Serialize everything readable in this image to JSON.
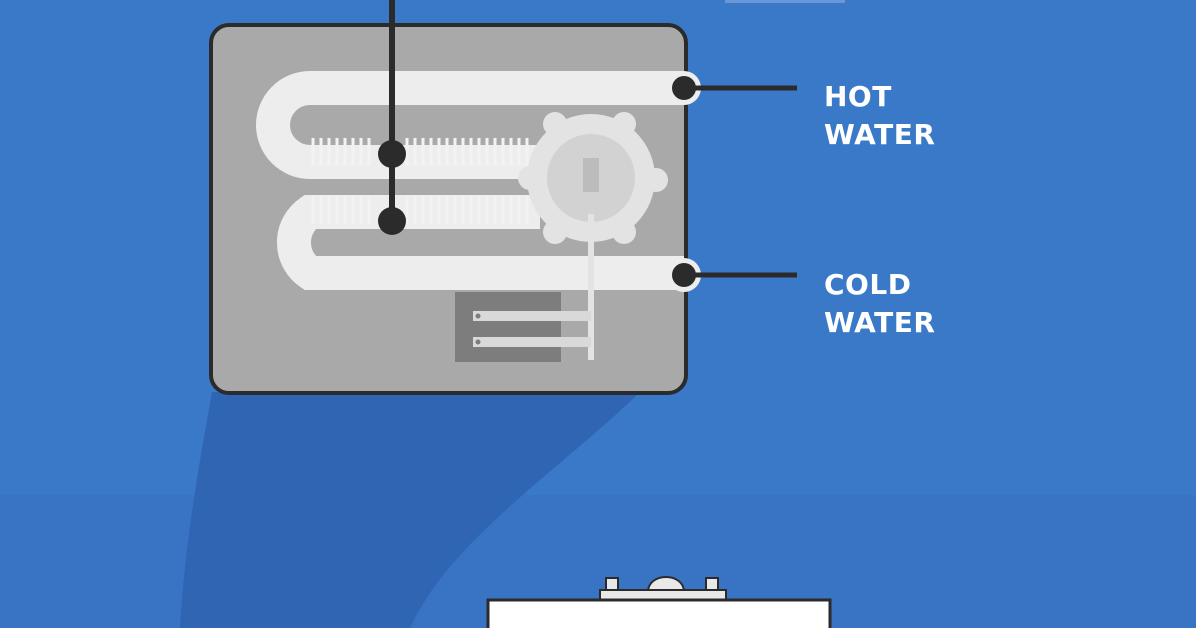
{
  "labels": {
    "hot": [
      "HOT",
      "WATER"
    ],
    "cold": [
      "COLD",
      "WATER"
    ]
  },
  "colors": {
    "background": "#3a78c8",
    "shadow": "#2f65b3",
    "tank_body": "#a9a9a9",
    "tank_outline": "#2b2b2b",
    "coil": "#ededed",
    "pipe": "#2b2b2b",
    "label_text": "#ffffff"
  }
}
